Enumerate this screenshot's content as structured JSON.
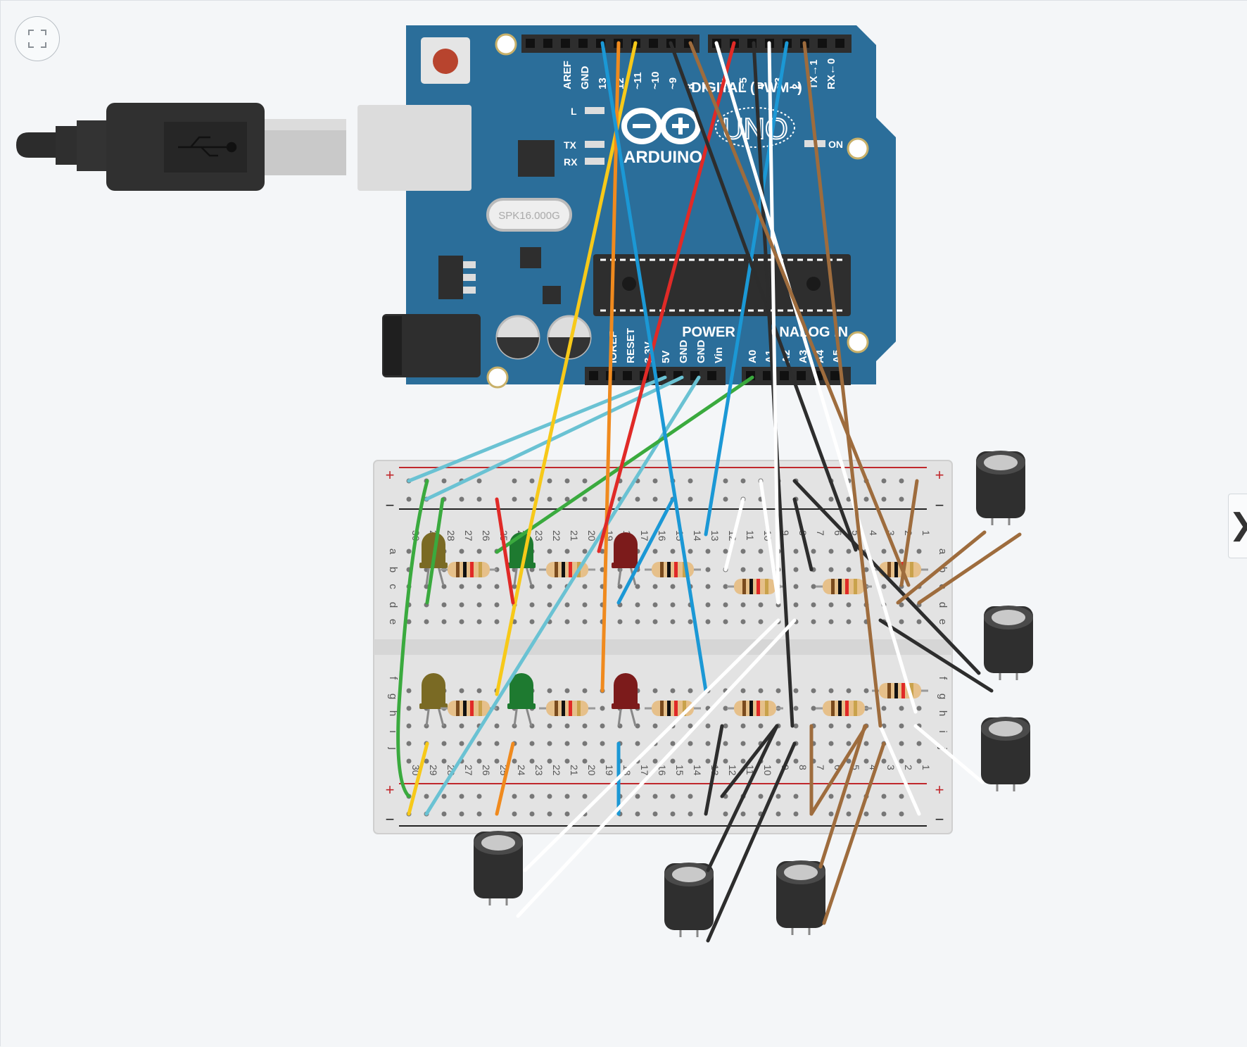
{
  "toolbar": {
    "fit_icon": "fit-to-view-icon",
    "side_panel_icon": "chevron-right-icon",
    "side_panel_glyph": "❯"
  },
  "board": {
    "brand": "ARDUINO",
    "model": "UNO",
    "crystal": "SPK16.000G",
    "power_header": "POWER",
    "analog_header": "ANALOG IN",
    "digital_header": "DIGITAL (PWM~)",
    "on_label": "ON",
    "l_label": "L",
    "tx_label": "TX",
    "rx_label": "RX",
    "digital_pins": [
      "AREF",
      "GND",
      "13",
      "12",
      "~11",
      "~10",
      "~9",
      "8",
      "7",
      "~6",
      "~5",
      "4",
      "~3",
      "2",
      "TX→1",
      "RX←0"
    ],
    "power_pins": [
      "IOREF",
      "RESET",
      "3.3V",
      "5V",
      "GND",
      "GND",
      "Vin"
    ],
    "analog_pins": [
      "A0",
      "A1",
      "A2",
      "A3",
      "A4",
      "A5"
    ],
    "colors": {
      "pcb": "#2b6e9a",
      "led_red": "#7c1b1b",
      "led_green": "#1e7a30",
      "led_yellow": "#7a6a24"
    }
  },
  "breadboard": {
    "plus_sign": "+",
    "minus_sign": "−",
    "row_letters_top": [
      "a",
      "b",
      "c",
      "d",
      "e"
    ],
    "row_letters_bottom": [
      "f",
      "g",
      "h",
      "i",
      "j"
    ],
    "column_numbers": [
      "30",
      "29",
      "28",
      "27",
      "26",
      "25",
      "24",
      "23",
      "22",
      "21",
      "20",
      "19",
      "18",
      "17",
      "16",
      "15",
      "14",
      "13",
      "12",
      "11",
      "10",
      "9",
      "8",
      "7",
      "6",
      "5",
      "4",
      "3",
      "2",
      "1"
    ]
  }
}
